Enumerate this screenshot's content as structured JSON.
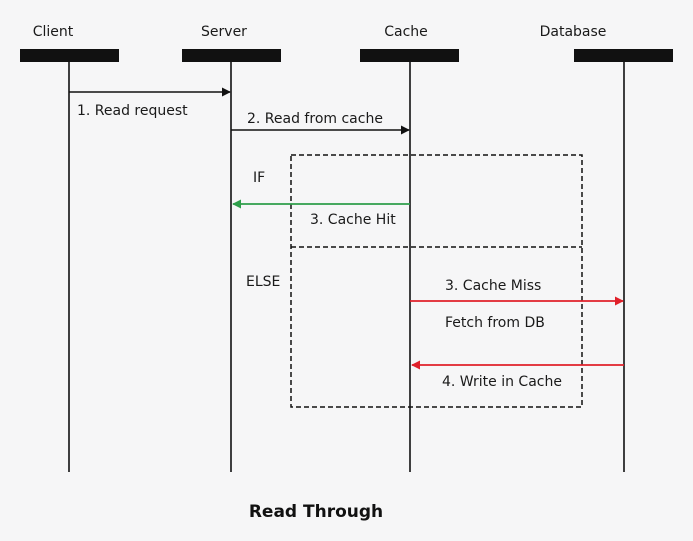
{
  "diagram": {
    "title": "Read Through",
    "participants": [
      {
        "name": "Client"
      },
      {
        "name": "Server"
      },
      {
        "name": "Cache"
      },
      {
        "name": "Database"
      }
    ],
    "frame": {
      "if_label": "IF",
      "else_label": "ELSE"
    },
    "messages": [
      {
        "label": "1. Read request",
        "from": "Client",
        "to": "Server",
        "color": "#111111"
      },
      {
        "label": "2. Read from cache",
        "from": "Server",
        "to": "Cache",
        "color": "#111111"
      },
      {
        "label": "3. Cache Hit",
        "from": "Cache",
        "to": "Server",
        "color": "#2e9e4a"
      },
      {
        "label": "3. Cache Miss",
        "from": "Cache",
        "to": "Database",
        "color": "#e0202a"
      },
      {
        "label": "Fetch from DB",
        "from": "",
        "to": "",
        "color": "#111111"
      },
      {
        "label": "4. Write in Cache",
        "from": "Database",
        "to": "Cache",
        "color": "#e0202a"
      }
    ]
  }
}
